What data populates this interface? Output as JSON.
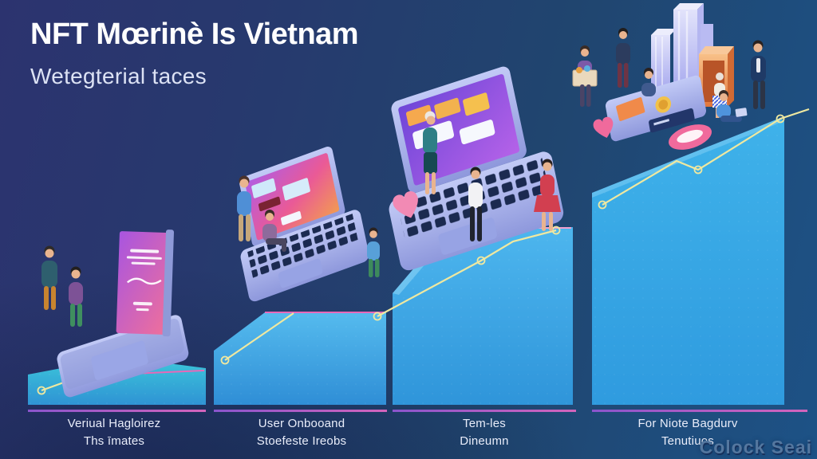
{
  "header": {
    "title": "NFT Mœrinè Is Vietnam",
    "subtitle": "Wetegterial taces"
  },
  "steps": [
    {
      "label_line1": "Veriual Hagloirez",
      "label_line2": "Ths īmates"
    },
    {
      "label_line1": "User Onbooand",
      "label_line2": "Stoefeste Ireobs"
    },
    {
      "label_line1": "Tem-les",
      "label_line2": "Dineumn"
    },
    {
      "label_line1": "For Niote Bagdurv",
      "label_line2": "Tenutiuos"
    }
  ],
  "watermark": {
    "text": "Colock Seai"
  },
  "icons": [
    "growth-line-icon",
    "node-circle-icon",
    "heart-icon",
    "cursor-blob-icon",
    "laptop-icon",
    "banner-screen-icon",
    "bar-chart-3d-icon",
    "coin-icon"
  ],
  "colors": {
    "background_left": "#2c336f",
    "background_right": "#1d5286",
    "step_face_blue": "#35aee8",
    "step_face_teal": "#3cc8da",
    "divider_purple": "#b55cc8",
    "growth_line_yellow": "#efe8a0",
    "screen_pink": "#ea5a96",
    "screen_purple": "#8a55e0",
    "laptop_body": "#a8b2ee",
    "heart_pink": "#f28ab4",
    "orange_accent": "#e0763c",
    "watermark_blue": "#54779f",
    "title_white": "#ffffff"
  }
}
